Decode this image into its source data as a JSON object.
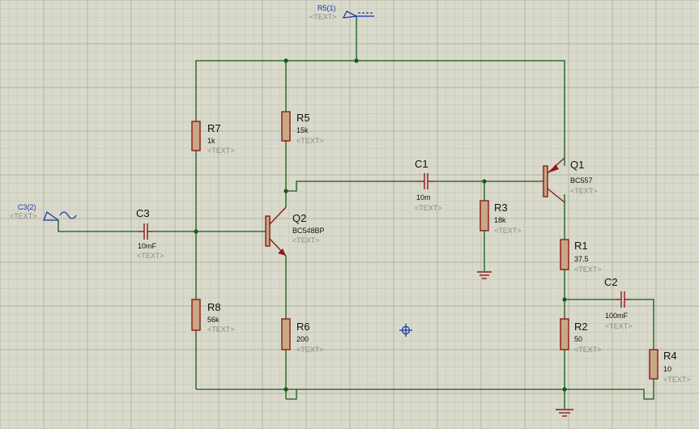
{
  "grid": {
    "minor": 10.8,
    "major": 54,
    "bg": "#d9d9cc",
    "minor_color": "#c8c8b8",
    "major_color": "#b4b4a2"
  },
  "colors": {
    "wire": "#145a14",
    "component": "#8b1a1a",
    "component_fill": "#c9a884",
    "terminal": "#1a3aa8",
    "placeholder": "#8a8a8a"
  },
  "terminals": [
    {
      "id": "r5_1",
      "label": "R5(1)",
      "tag": "<TEXT>",
      "icon": "bus-terminal-icon"
    },
    {
      "id": "c3_2",
      "label": "C3(2)",
      "tag": "<TEXT>",
      "icon": "ac-source-terminal-icon"
    }
  ],
  "components": [
    {
      "id": "R7",
      "name": "R7",
      "value": "1k",
      "tag": "<TEXT>"
    },
    {
      "id": "R5",
      "name": "R5",
      "value": "15k",
      "tag": "<TEXT>"
    },
    {
      "id": "R8",
      "name": "R8",
      "value": "56k",
      "tag": "<TEXT>"
    },
    {
      "id": "R6",
      "name": "R6",
      "value": "200",
      "tag": "<TEXT>"
    },
    {
      "id": "R3",
      "name": "R3",
      "value": "18k",
      "tag": "<TEXT>"
    },
    {
      "id": "R1",
      "name": "R1",
      "value": "37.5",
      "tag": "<TEXT>"
    },
    {
      "id": "R2",
      "name": "R2",
      "value": "50",
      "tag": "<TEXT>"
    },
    {
      "id": "R4",
      "name": "R4",
      "value": "10",
      "tag": "<TEXT>"
    },
    {
      "id": "C1",
      "name": "C1",
      "value": "10m",
      "tag": "<TEXT>"
    },
    {
      "id": "C2",
      "name": "C2",
      "value": "100mF",
      "tag": "<TEXT>"
    },
    {
      "id": "C3",
      "name": "C3",
      "value": "10mF",
      "tag": "<TEXT>"
    },
    {
      "id": "Q1",
      "name": "Q1",
      "value": "BC557",
      "tag": "<TEXT>"
    },
    {
      "id": "Q2",
      "name": "Q2",
      "value": "BC548BP",
      "tag": "<TEXT>"
    }
  ]
}
